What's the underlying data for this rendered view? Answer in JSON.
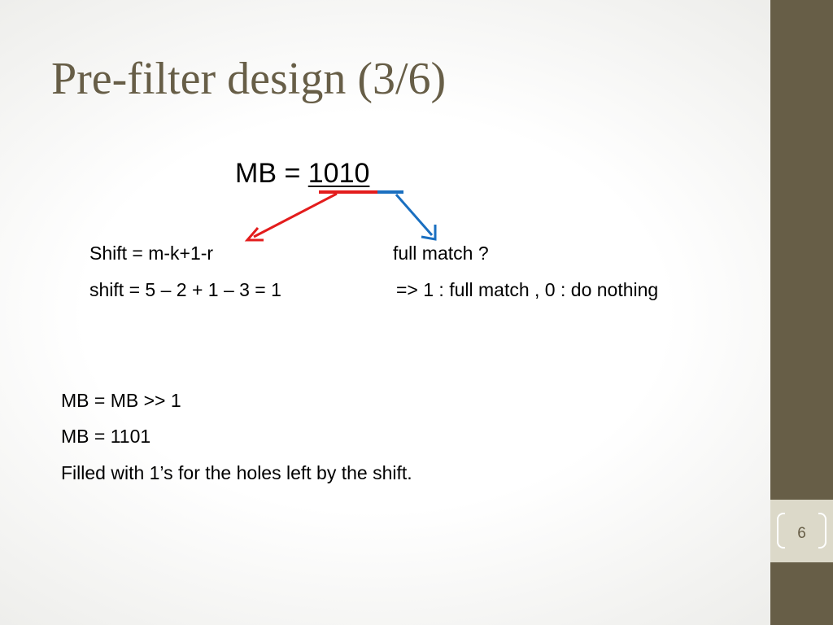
{
  "slide": {
    "title": "Pre-filter design (3/6)",
    "mb_label": "MB = ",
    "mb_value": "1010",
    "shift_formula": "Shift = m-k+1-r",
    "shift_calc": "shift = 5 – 2 + 1 – 3 = 1",
    "full_match_question": "full match ?",
    "full_match_result": "=> 1 : full match , 0 : do nothing",
    "mb_shift_op": "MB = MB >> 1",
    "mb_result": "MB = 1101",
    "fill_note": "Filled with 1’s for the holes left by the shift.",
    "page_number": "6"
  },
  "colors": {
    "accent": "#675e47",
    "sidebar": "#675e47",
    "number_box": "#dcd9c9",
    "red_arrow": "#e31c1c",
    "blue_arrow": "#1a6fc0"
  }
}
